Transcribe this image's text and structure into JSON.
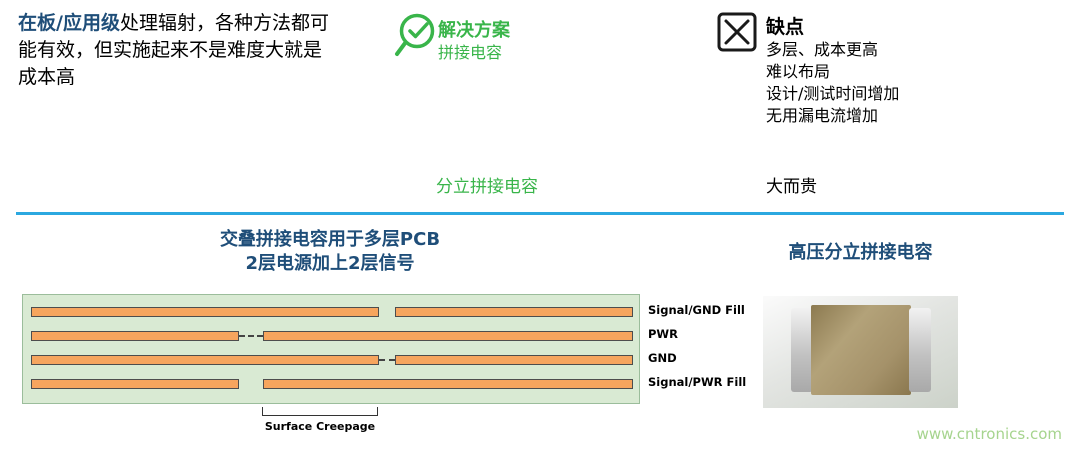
{
  "header": {
    "problem_highlight": "在板/应用级",
    "problem_rest": "处理辐射，各种方法都可能有效，但实施起来不是难度大就是成本高",
    "solution_title": "解决方案",
    "solution_subtitle": "拼接电容",
    "solution_note": "分立拼接电容",
    "cons_title": "缺点",
    "cons_items": [
      "多层、成本更高",
      "难以布局",
      "设计/测试时间增加",
      "无用漏电流增加"
    ],
    "cons_note": "大而贵"
  },
  "diagram": {
    "title_line1": "交叠拼接电容用于多层PCB",
    "title_line2": "2层电源加上2层信号",
    "layer_labels": [
      "Signal/GND Fill",
      "PWR",
      "GND",
      "Signal/PWR Fill"
    ],
    "creepage_label": "Surface Creepage"
  },
  "photo": {
    "title": "高压分立拼接电容"
  },
  "watermark": "www.cntronics.com",
  "colors": {
    "accent_green": "#39b54a",
    "divider_blue": "#2ba8e0",
    "title_blue": "#1f4e79",
    "board_green": "#d9ead3",
    "copper_orange": "#f6a55e"
  }
}
